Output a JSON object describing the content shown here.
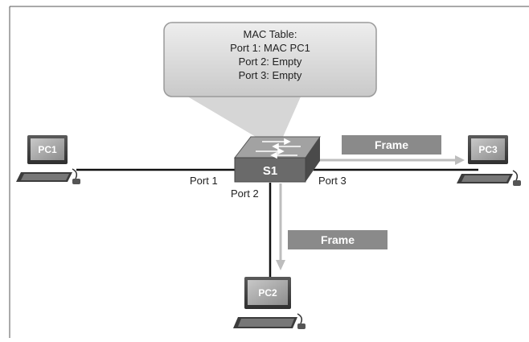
{
  "mac_table": {
    "title": "MAC Table:",
    "rows": [
      "Port 1: MAC PC1",
      "Port 2: Empty",
      "Port 3: Empty"
    ]
  },
  "switch": {
    "label": "S1"
  },
  "pcs": {
    "pc1": "PC1",
    "pc2": "PC2",
    "pc3": "PC3"
  },
  "ports": {
    "port1": "Port 1",
    "port2": "Port 2",
    "port3": "Port 3"
  },
  "frames": {
    "frame_right": "Frame",
    "frame_down": "Frame"
  },
  "colors": {
    "callout_fill": "#e2e2e2",
    "frame_label_fill": "#8a8a8a",
    "switch_front": "#6a6a6a",
    "switch_top": "#9a9a9a",
    "cable": "#111111",
    "arrow": "#bdbdbd"
  }
}
